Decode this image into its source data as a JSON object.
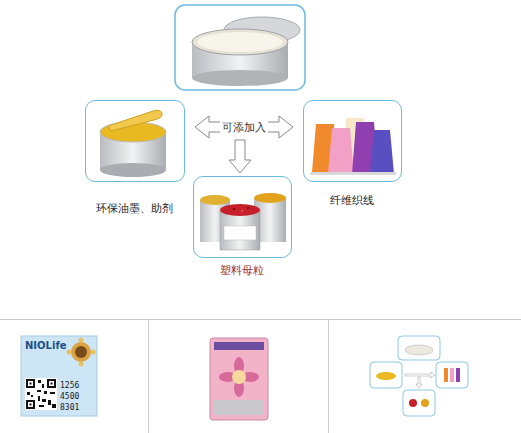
{
  "diagram": {
    "nodes": [
      {
        "text": [
          "环保油墨、助剂"
        ]
      },
      {
        "text": [
          "纤维织线"
        ]
      },
      {
        "text": [
          "塑料母粒"
        ]
      }
    ],
    "edges": [
      {
        "from": 0,
        "to": 1,
        "arrow": "both",
        "label": "可添加入"
      }
    ],
    "labels": [
      "NIOLife",
      "1256",
      "4500",
      "8301"
    ]
  }
}
